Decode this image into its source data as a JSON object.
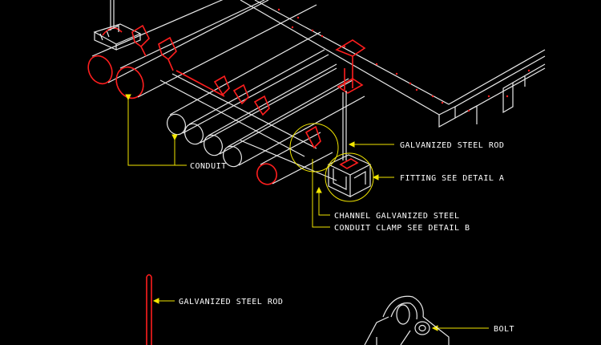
{
  "labels": {
    "conduit": "CONDUIT",
    "galvanized_rod_1": "GALVANIZED STEEL ROD",
    "fitting": "FITTING SEE DETAIL A",
    "channel": "CHANNEL GALVANIZED STEEL",
    "clamp": "CONDUIT CLAMP SEE DETAIL B",
    "galvanized_rod_2": "GALVANIZED STEEL ROD",
    "bolt": "BOLT"
  },
  "colors": {
    "background": "#000000",
    "linework": "#e9e9e9",
    "hardware": "#ff1e1e",
    "leaders": "#f2e600",
    "text": "#ffffff"
  }
}
